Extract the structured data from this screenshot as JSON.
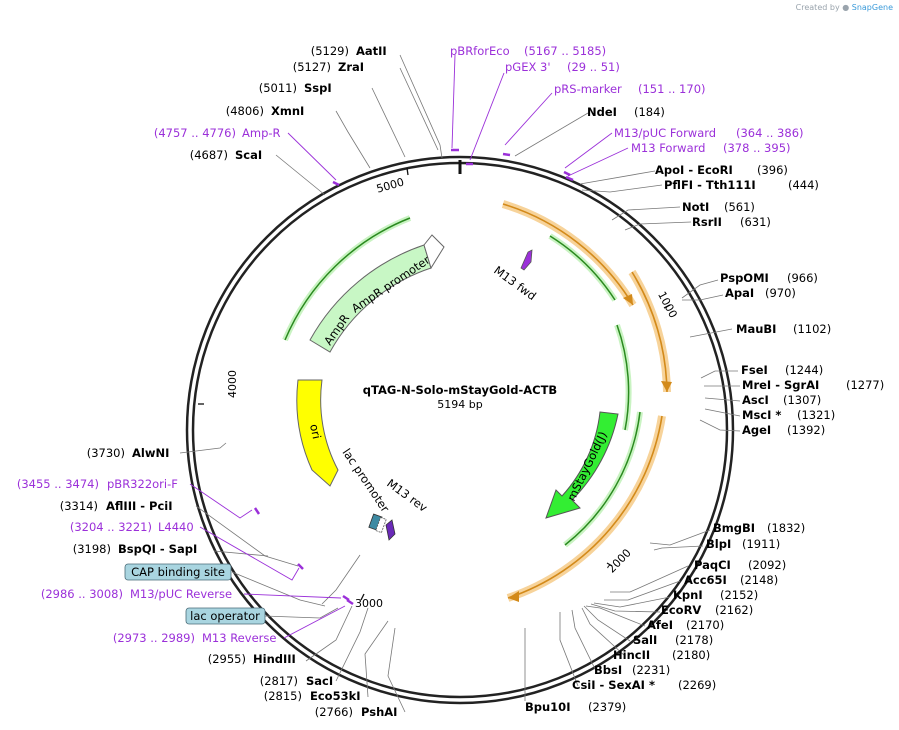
{
  "brand": {
    "prefix": "Created by",
    "name": "SnapGene"
  },
  "plasmid": {
    "name": "qTAG-N-Solo-mStayGold-ACTB",
    "size_label": "5194 bp",
    "length": 5194
  },
  "ticks": [
    "1000",
    "2000",
    "3000",
    "4000",
    "5000"
  ],
  "colors": {
    "enzyme": "#000000",
    "primer": "#9b30d9",
    "feature_amp": "#c8f7c5",
    "feature_ori": "#ffff00",
    "feature_stay": "#33ee33",
    "orf": "#f3a83b",
    "box": "#a9d5e0"
  },
  "enzymes": [
    {
      "pos": "(5129)",
      "name": "AatII"
    },
    {
      "pos": "(5127)",
      "name": "ZraI"
    },
    {
      "pos": "(5011)",
      "name": "SspI"
    },
    {
      "pos": "(4806)",
      "name": "XmnI"
    },
    {
      "pos": "(4687)",
      "name": "ScaI"
    },
    {
      "pos": "(184)",
      "name": "NdeI"
    },
    {
      "pos": "(396)",
      "name": "ApoI  -  EcoRI"
    },
    {
      "pos": "(444)",
      "name": "PflFI  -  Tth111I"
    },
    {
      "pos": "(561)",
      "name": "NotI"
    },
    {
      "pos": "(631)",
      "name": "RsrII"
    },
    {
      "pos": "(966)",
      "name": "PspOMI"
    },
    {
      "pos": "(970)",
      "name": "ApaI"
    },
    {
      "pos": "(1102)",
      "name": "MauBI"
    },
    {
      "pos": "(1244)",
      "name": "FseI"
    },
    {
      "pos": "(1277)",
      "name": "MreI  -  SgrAI"
    },
    {
      "pos": "(1307)",
      "name": "AscI"
    },
    {
      "pos": "(1321)",
      "name": "MscI *"
    },
    {
      "pos": "(1392)",
      "name": "AgeI"
    },
    {
      "pos": "(1832)",
      "name": "BmgBI"
    },
    {
      "pos": "(1911)",
      "name": "BlpI"
    },
    {
      "pos": "(2092)",
      "name": "PaqCI"
    },
    {
      "pos": "(2148)",
      "name": "Acc65I"
    },
    {
      "pos": "(2152)",
      "name": "KpnI"
    },
    {
      "pos": "(2162)",
      "name": "EcoRV"
    },
    {
      "pos": "(2170)",
      "name": "AfeI"
    },
    {
      "pos": "(2178)",
      "name": "SalI"
    },
    {
      "pos": "(2180)",
      "name": "HincII"
    },
    {
      "pos": "(2231)",
      "name": "BbsI"
    },
    {
      "pos": "(2269)",
      "name": "CsiI  -  SexAI *"
    },
    {
      "pos": "(2379)",
      "name": "Bpu10I"
    },
    {
      "pos": "(3730)",
      "name": "AlwNI"
    },
    {
      "pos": "(3314)",
      "name": "AflIII  -  PciI"
    },
    {
      "pos": "(3198)",
      "name": "BspQI  -  SapI"
    },
    {
      "pos": "(2955)",
      "name": "HindIII"
    },
    {
      "pos": "(2817)",
      "name": "SacI"
    },
    {
      "pos": "(2815)",
      "name": "Eco53kI"
    },
    {
      "pos": "(2766)",
      "name": "PshAI"
    }
  ],
  "primers": [
    {
      "name": "pBRforEco",
      "range": "(5167 .. 5185)"
    },
    {
      "name": "pGEX 3'",
      "range": "(29 .. 51)"
    },
    {
      "name": "pRS-marker",
      "range": "(151 .. 170)"
    },
    {
      "name": "M13/pUC Forward",
      "range": "(364 .. 386)"
    },
    {
      "name": "M13 Forward",
      "range": "(378 .. 395)"
    },
    {
      "name": "Amp-R",
      "range": "(4757 .. 4776)"
    },
    {
      "name": "pBR322ori-F",
      "range": "(3455 .. 3474)"
    },
    {
      "name": "L4440",
      "range": "(3204 .. 3221)"
    },
    {
      "name": "M13/pUC Reverse",
      "range": "(2986 .. 3008)"
    },
    {
      "name": "M13 Reverse",
      "range": "(2973 .. 2989)"
    }
  ],
  "boxed": [
    "CAP binding site",
    "lac operator"
  ],
  "features": {
    "ampr_promoter": "AmpR promoter",
    "ampr": "AmpR",
    "ori": "ori",
    "lac_promoter": "lac promoter",
    "m13_rev": "M13 rev",
    "m13_fwd": "M13 fwd",
    "staygold": "mStayGold(J)"
  }
}
